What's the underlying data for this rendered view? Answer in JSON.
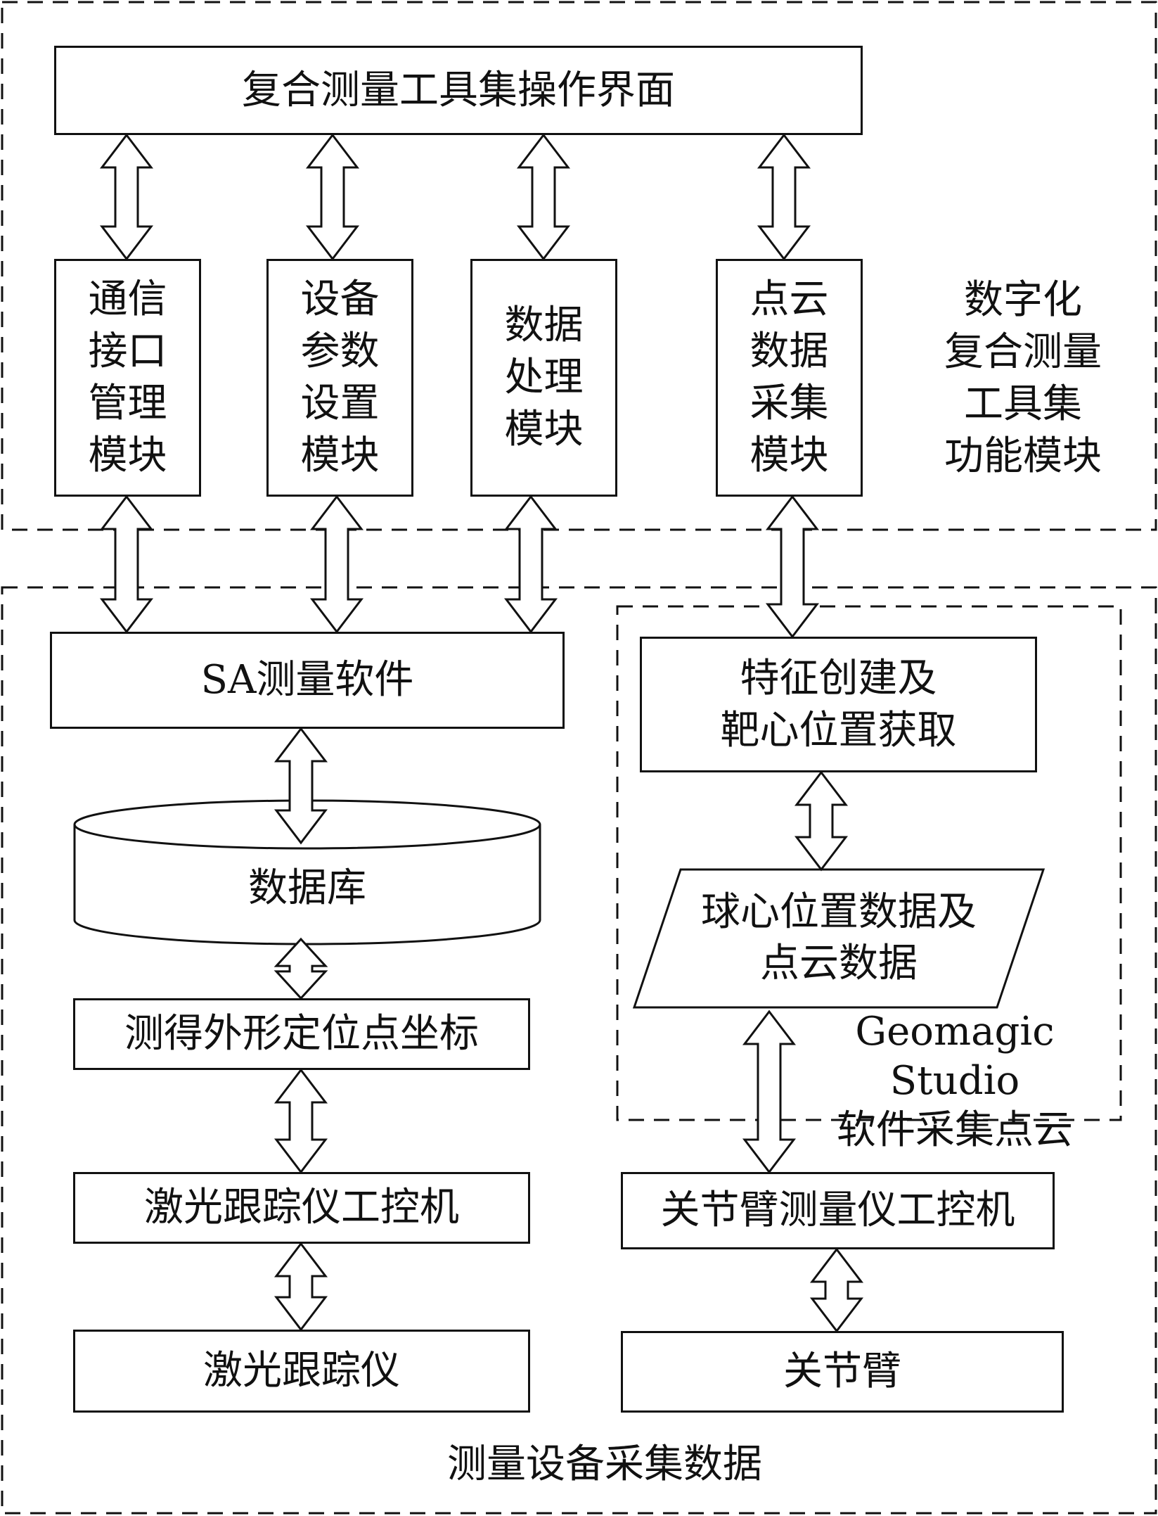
{
  "top_panel": {
    "interface_box": "复合测量工具集操作界面",
    "modules": [
      {
        "lines": [
          "通信",
          "接口",
          "管理",
          "模块"
        ]
      },
      {
        "lines": [
          "设备",
          "参数",
          "设置",
          "模块"
        ]
      },
      {
        "lines": [
          "数据",
          "处理",
          "模块"
        ]
      },
      {
        "lines": [
          "点云",
          "数据",
          "采集",
          "模块"
        ]
      }
    ],
    "side_label": [
      "数字化",
      "复合测量",
      "工具集",
      "功能模块"
    ]
  },
  "bottom_panel": {
    "sa_software": "SA测量软件",
    "database": "数据库",
    "measured_coords": "测得外形定位点坐标",
    "laser_tracker_ipc": "激光跟踪仪工控机",
    "laser_tracker": "激光跟踪仪",
    "feature_box": [
      "特征创建及",
      "靶心位置获取"
    ],
    "sphere_data": [
      "球心位置数据及",
      "点云数据"
    ],
    "geomagic_label": [
      "Geomagic Studio",
      "软件采集点云"
    ],
    "arm_ipc": "关节臂测量仪工控机",
    "arm": "关节臂",
    "caption": "测量设备采集数据"
  }
}
